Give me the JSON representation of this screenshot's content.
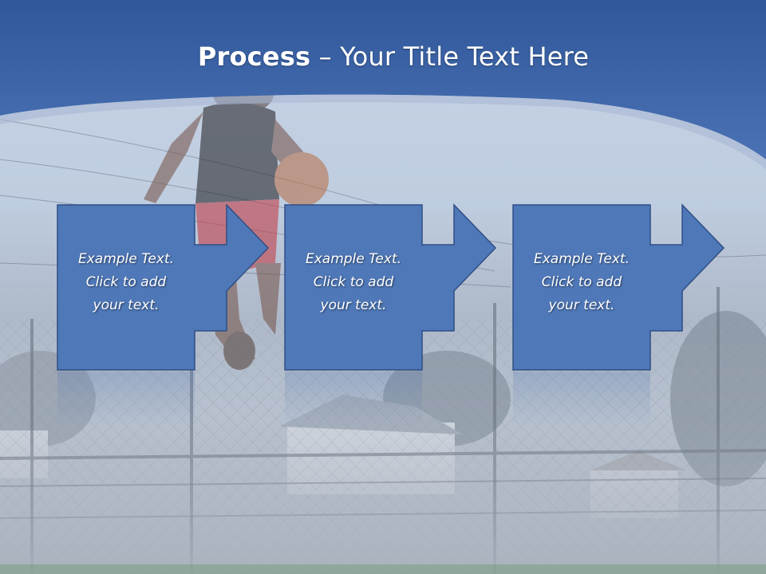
{
  "slide": {
    "title_bold": "Process",
    "title_rest": " – Your Title Text Here"
  },
  "steps": [
    {
      "line1": "Example Text.",
      "line2": "Click  to add",
      "line3": "your text."
    },
    {
      "line1": "Example Text.",
      "line2": "Click  to add",
      "line3": "your text."
    },
    {
      "line1": "Example Text.",
      "line2": "Click  to add",
      "line3": "your text."
    }
  ],
  "colors": {
    "header_blue": "#3f67a8",
    "box_fill": "#4f78b8",
    "box_stroke": "#2f4f85"
  }
}
